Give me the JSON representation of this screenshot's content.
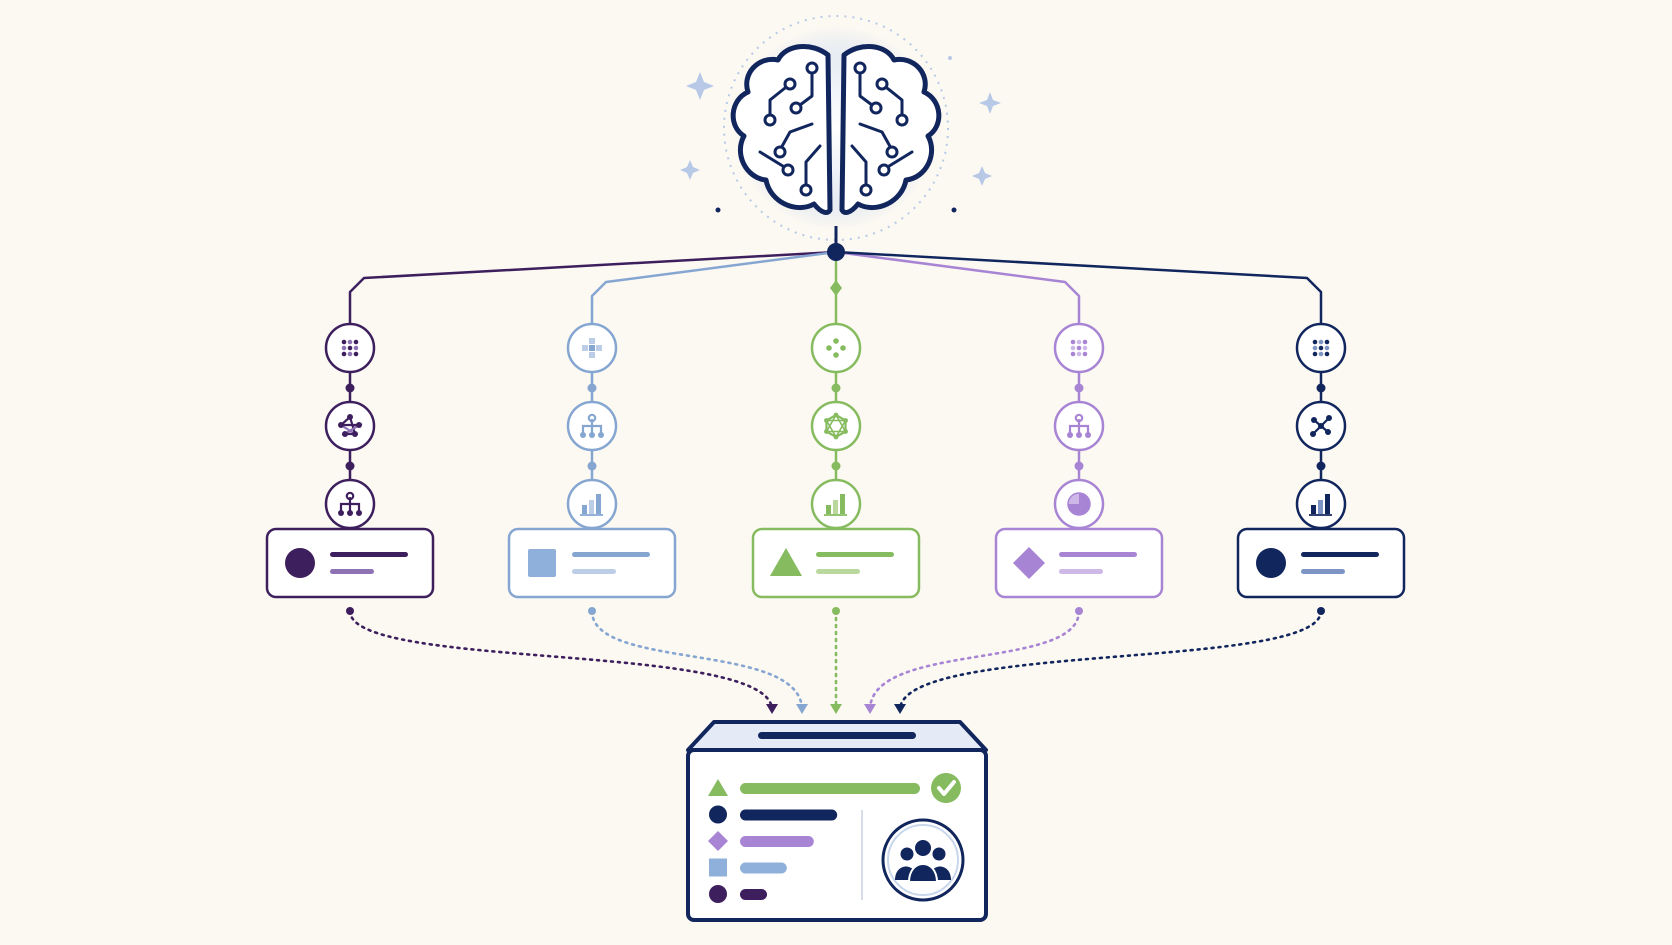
{
  "colors": {
    "background": "#fcf9f2",
    "hub": "#12265e",
    "hub_glow": "#c9d7ec",
    "sparkle": "#b7c9e6"
  },
  "hub": {
    "icon": "circuit-brain-icon"
  },
  "branches": [
    {
      "id": "branch-1",
      "color": "#3d1f5e",
      "light": "#8d72b4",
      "steps": [
        "dot-grid-icon",
        "network-graph-icon",
        "hierarchy-icon"
      ],
      "card_shape": "circle",
      "card_fill": "#3d1f5e"
    },
    {
      "id": "branch-2",
      "color": "#86a6d2",
      "light": "#bccde6",
      "steps": [
        "cross-squares-icon",
        "hierarchy-icon",
        "bar-chart-icon"
      ],
      "card_shape": "square",
      "card_fill": "#8fb0da"
    },
    {
      "id": "branch-3",
      "color": "#86bb5f",
      "light": "#b8d89e",
      "steps": [
        "dot-cluster-icon",
        "hexagon-network-icon",
        "bar-chart-icon"
      ],
      "card_shape": "triangle",
      "card_fill": "#86bb5f"
    },
    {
      "id": "branch-4",
      "color": "#a884d4",
      "light": "#cdb8e8",
      "steps": [
        "dot-grid-icon",
        "hierarchy-icon",
        "pie-chart-icon"
      ],
      "card_shape": "diamond",
      "card_fill": "#a884d4"
    },
    {
      "id": "branch-5",
      "color": "#12265e",
      "light": "#7c95c5",
      "steps": [
        "dot-grid-icon",
        "scatter-nodes-icon",
        "bar-chart-icon"
      ],
      "card_shape": "circle",
      "card_fill": "#12265e"
    }
  ],
  "ballot_box": {
    "icon": "ballot-box-icon",
    "rows": [
      {
        "shape": "triangle",
        "color": "#86bb5f",
        "bar": 1.0
      },
      {
        "shape": "circle",
        "color": "#12265e",
        "bar": 0.54
      },
      {
        "shape": "diamond",
        "color": "#a884d4",
        "bar": 0.41
      },
      {
        "shape": "square",
        "color": "#8fb0da",
        "bar": 0.26
      },
      {
        "shape": "circle",
        "color": "#3d1f5e",
        "bar": 0.15
      }
    ],
    "winner_icon": "check-circle-icon",
    "winner_color": "#86bb5f",
    "group_icon": "people-group-icon"
  }
}
